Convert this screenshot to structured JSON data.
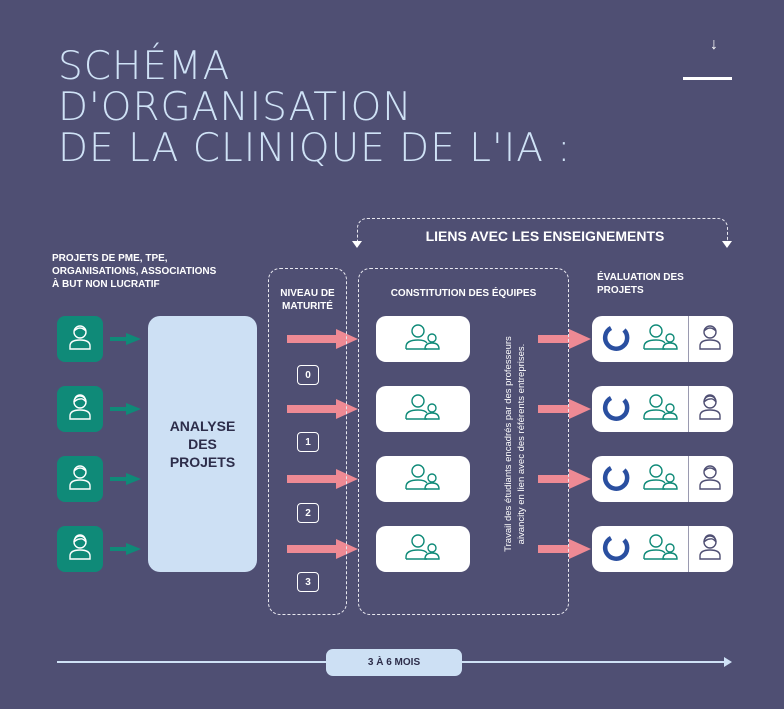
{
  "title": {
    "lines": [
      "SCHÉMA",
      "D'ORGANISATION",
      "DE LA CLINIQUE DE L'IA :"
    ]
  },
  "liens": "LIENS AVEC LES ENSEIGNEMENTS",
  "sources_label": [
    "PROJETS DE PME, TPE,",
    "ORGANISATIONS, ASSOCIATIONS",
    "À BUT NON LUCRATIF"
  ],
  "analyse": [
    "ANALYSE",
    "DES",
    "PROJETS"
  ],
  "niveau_label": [
    "NIVEAU DE",
    "MATURITÉ"
  ],
  "levels": [
    "0",
    "1",
    "2",
    "3"
  ],
  "constitution_label": "CONSTITUTION DES ÉQUIPES",
  "vertical_text": [
    "Travail des étudiants encadrés par des professeurs",
    "aivancity en lien avec des référents entreprises."
  ],
  "evaluation_label": [
    "ÉVALUATION DES",
    "PROJETS"
  ],
  "duration": "3 À 6 MOIS",
  "colors": {
    "background": "#4f4f73",
    "teal": "#0f8a78",
    "pink": "#ee8a94",
    "light_blue": "#cde0f4",
    "dark_blue": "#2a4fa0"
  }
}
